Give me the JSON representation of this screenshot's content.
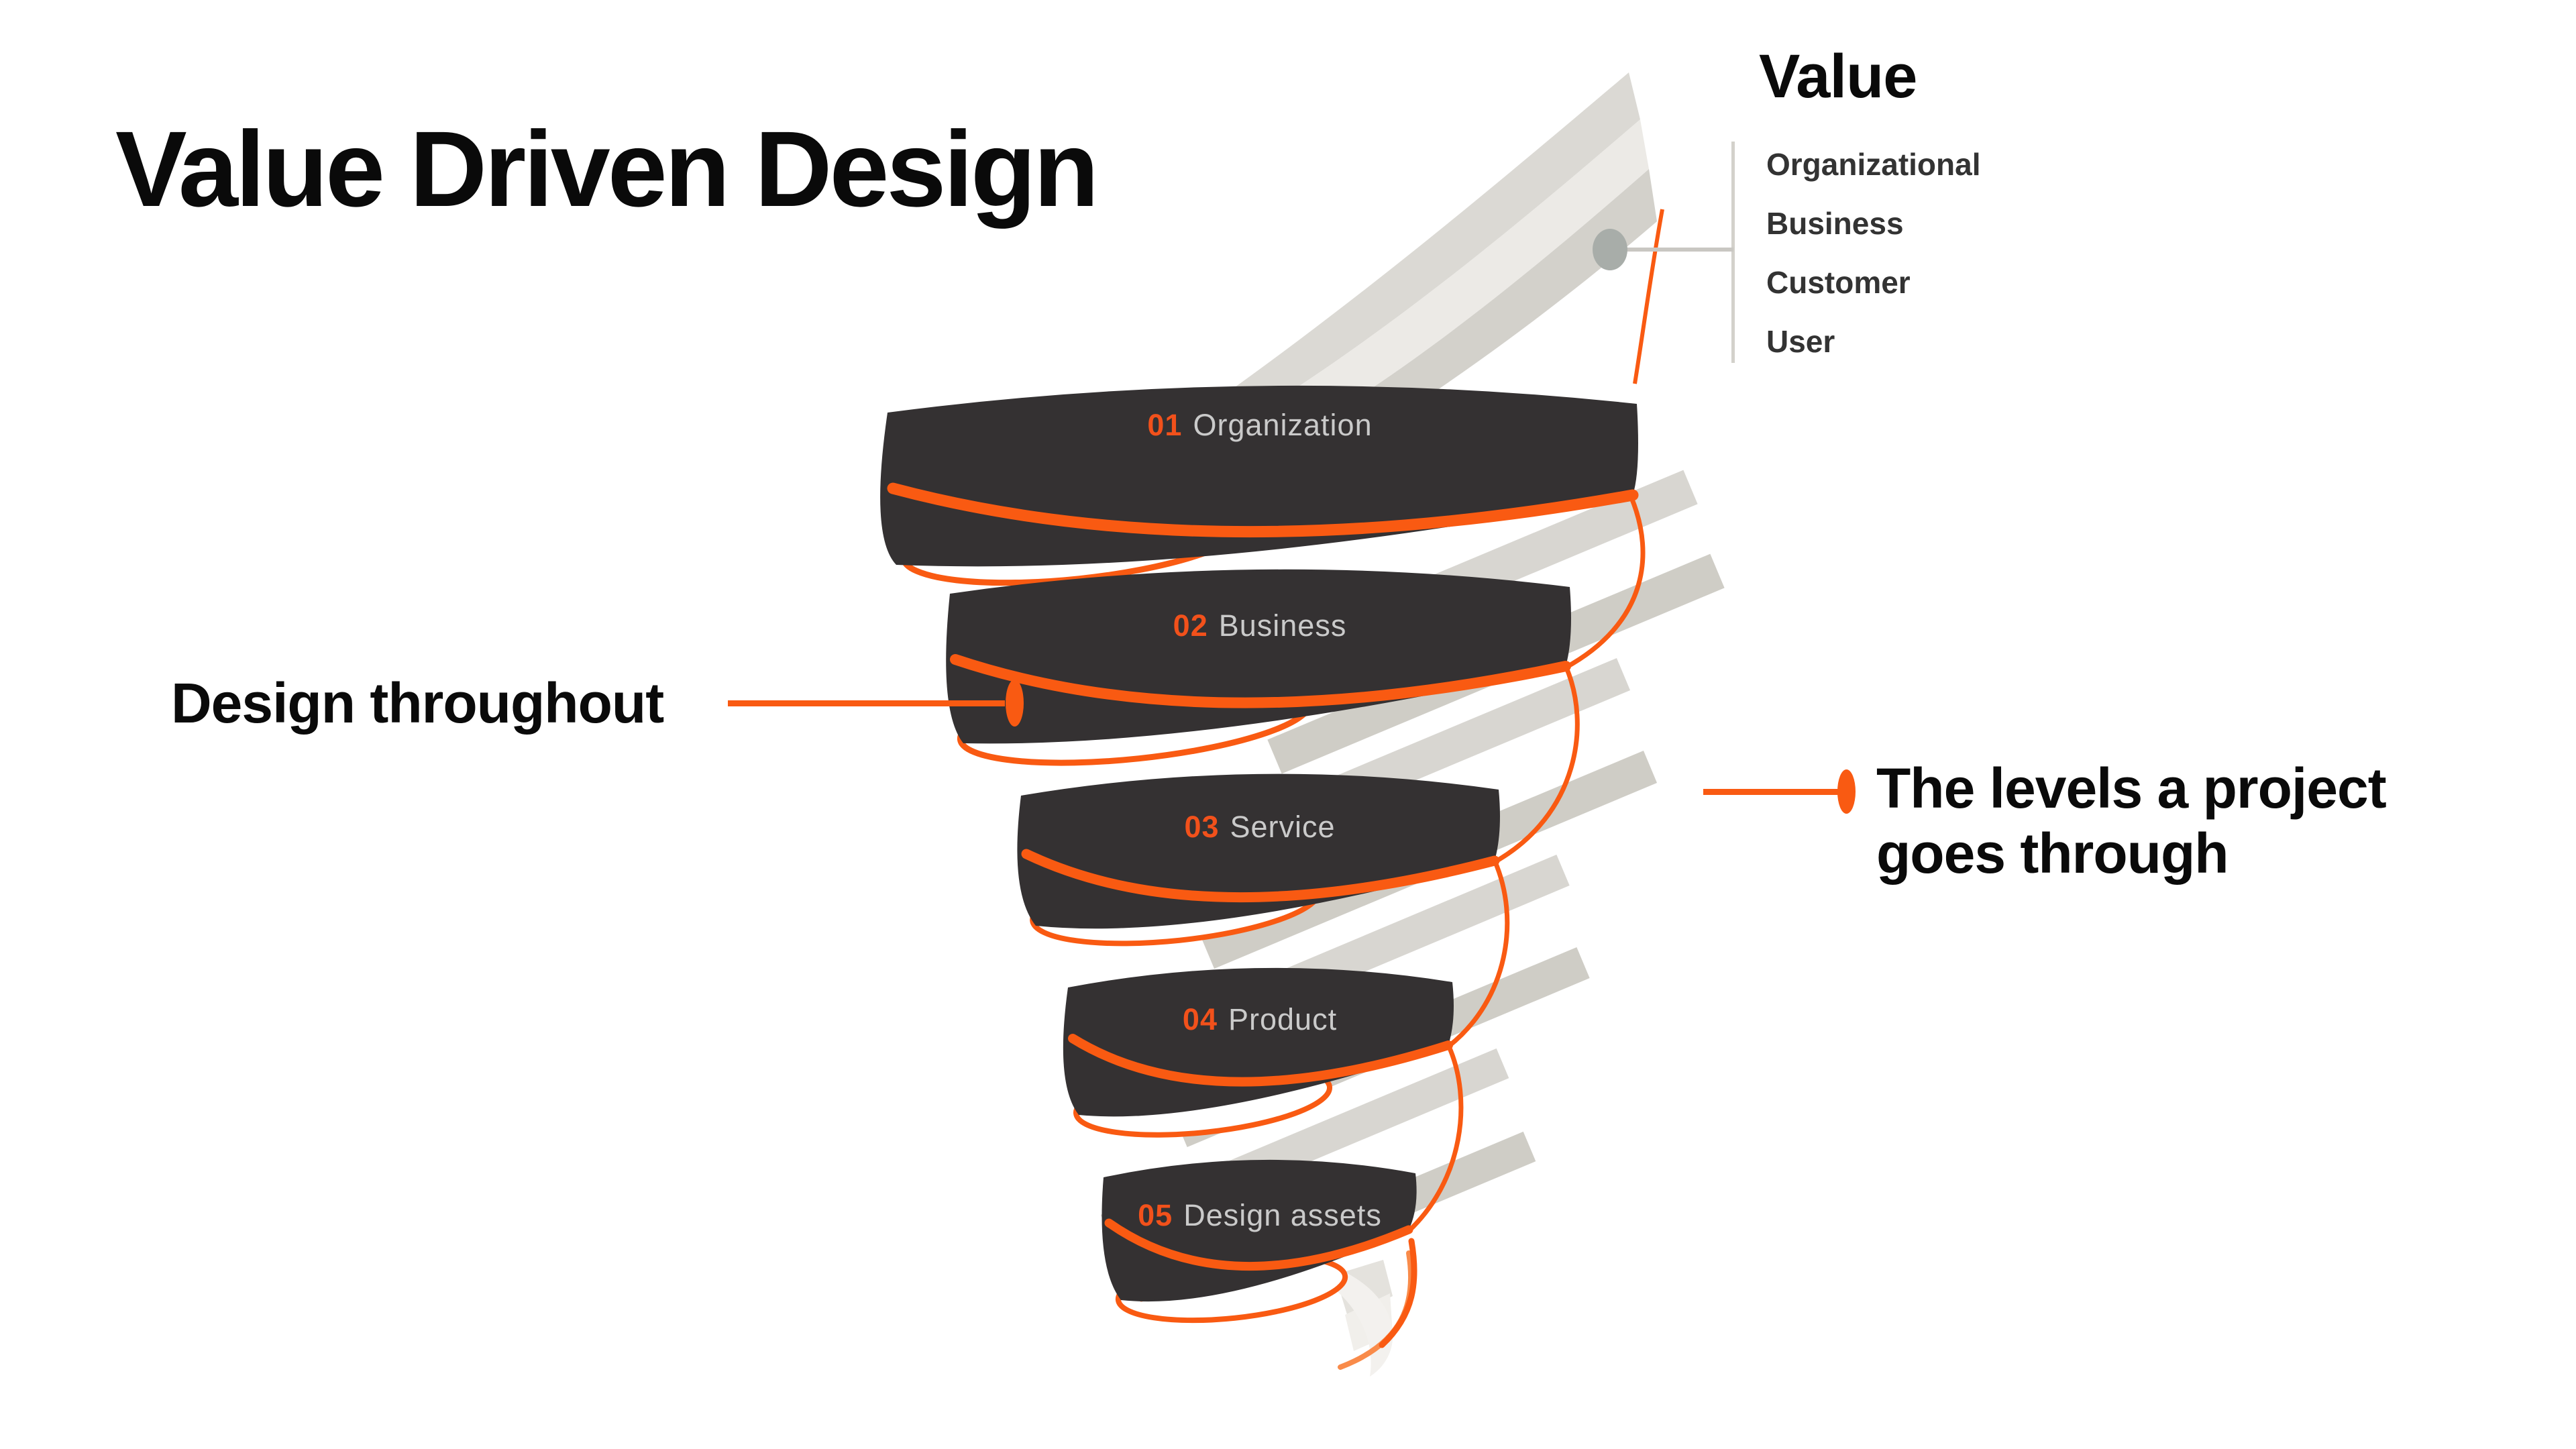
{
  "title": "Value Driven Design",
  "value_panel": {
    "heading": "Value",
    "items": [
      "Organizational",
      "Business",
      "Customer",
      "User"
    ]
  },
  "funnel": {
    "bands": [
      {
        "number": "01",
        "label": "Organization"
      },
      {
        "number": "02",
        "label": "Business"
      },
      {
        "number": "03",
        "label": "Service"
      },
      {
        "number": "04",
        "label": "Product"
      },
      {
        "number": "05",
        "label": "Design assets"
      }
    ]
  },
  "annotations": {
    "left": {
      "text": "Design throughout"
    },
    "right": {
      "line1": "The levels a project",
      "line2": "goes through"
    }
  },
  "colors": {
    "accent": "#F95A12",
    "number": "#F2511B",
    "band": "#343132",
    "band_label": "#CACACA",
    "ribbon_gray": "#D8D6D1",
    "ribbon_gray_dark": "#CFCDC6",
    "ribbon_gray_pale": "#ECEAE6",
    "connector_gray": "#C9C7C2",
    "divider_gray": "#D3D1CB",
    "dot_gray": "#A8ADA9",
    "text_dark": "#0A0A0A",
    "list_text": "#333333"
  }
}
